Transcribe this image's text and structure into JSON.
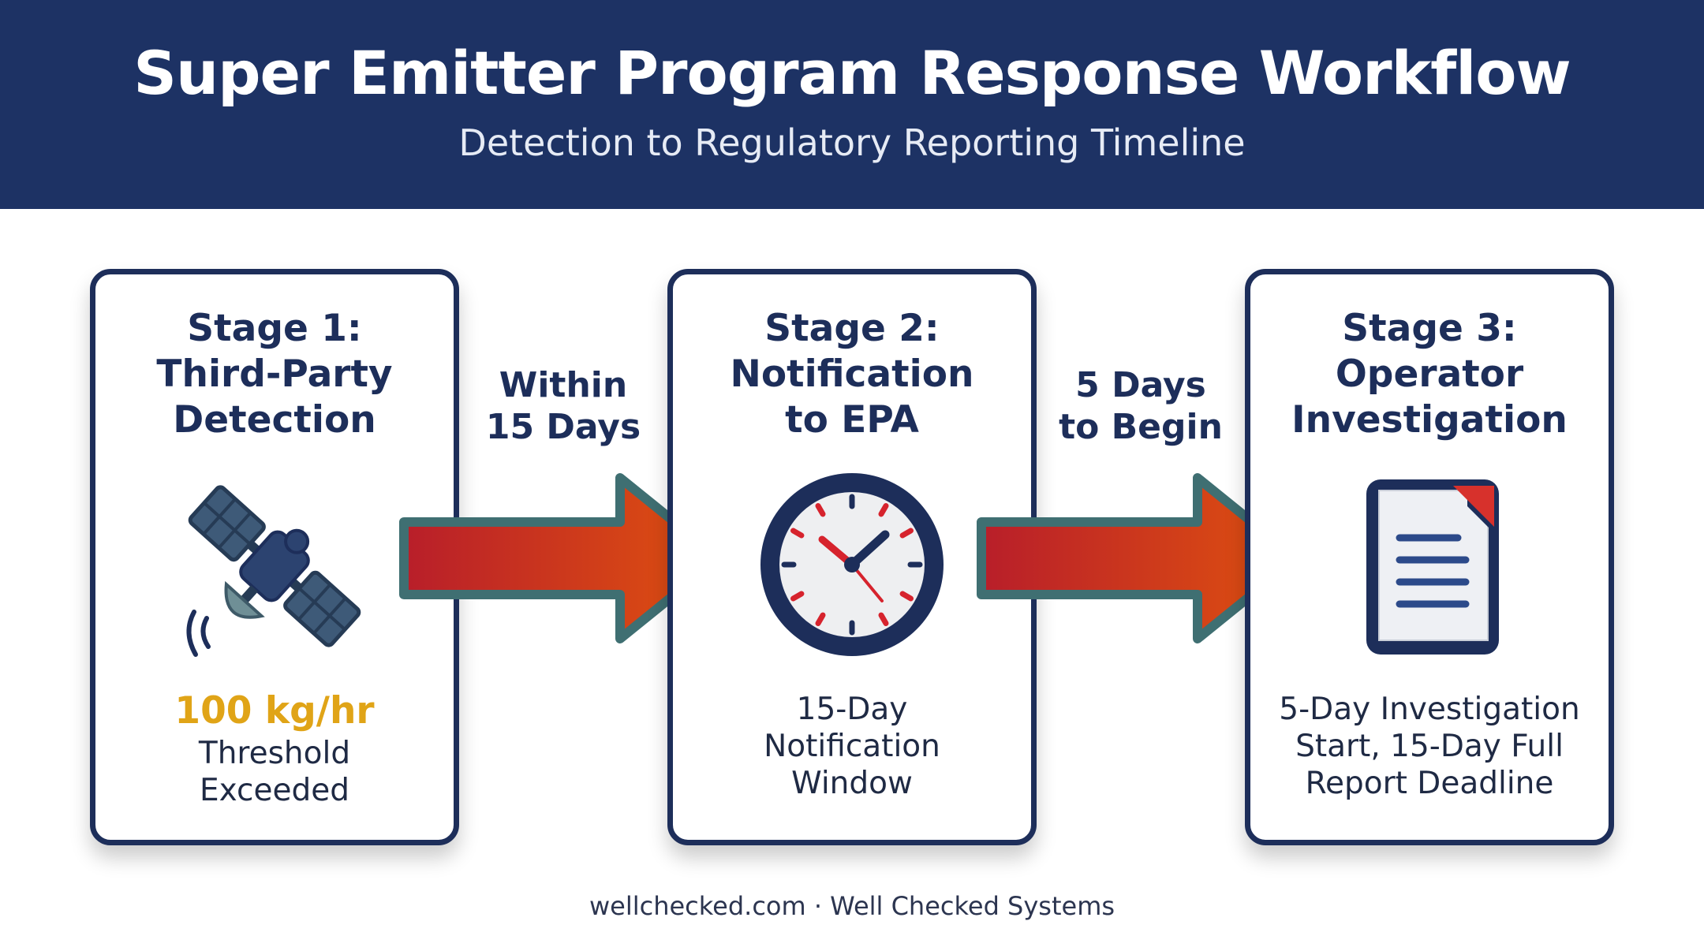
{
  "header": {
    "title": "Super Emitter Program Response Workflow",
    "subtitle": "Detection to Regulatory Reporting Timeline"
  },
  "stages": [
    {
      "title_lines": [
        "Stage 1:",
        "Third-Party",
        "Detection"
      ],
      "icon": "satellite-icon",
      "highlight": "100 kg/hr",
      "description_lines": [
        "Threshold",
        "Exceeded"
      ]
    },
    {
      "title_lines": [
        "Stage 2:",
        "Notification",
        "to EPA"
      ],
      "icon": "clock-icon",
      "description_lines": [
        "15-Day",
        "Notification",
        "Window"
      ]
    },
    {
      "title_lines": [
        "Stage 3:",
        "Operator",
        "Investigation"
      ],
      "icon": "document-icon",
      "description_lines": [
        "5-Day Investigation",
        "Start, 15-Day Full",
        "Report Deadline"
      ]
    }
  ],
  "connectors": [
    {
      "label_lines": [
        "Within",
        "15 Days"
      ]
    },
    {
      "label_lines": [
        "5 Days",
        "to Begin"
      ]
    }
  ],
  "colors": {
    "header_bg": "#1d3264",
    "card_border": "#1d2e5a",
    "highlight": "#e0a417",
    "arrow_start": "#b81e2a",
    "arrow_end": "#e0520f",
    "arrow_outline": "#3f6f72"
  },
  "footer": {
    "text": "wellchecked.com · Well Checked Systems"
  }
}
